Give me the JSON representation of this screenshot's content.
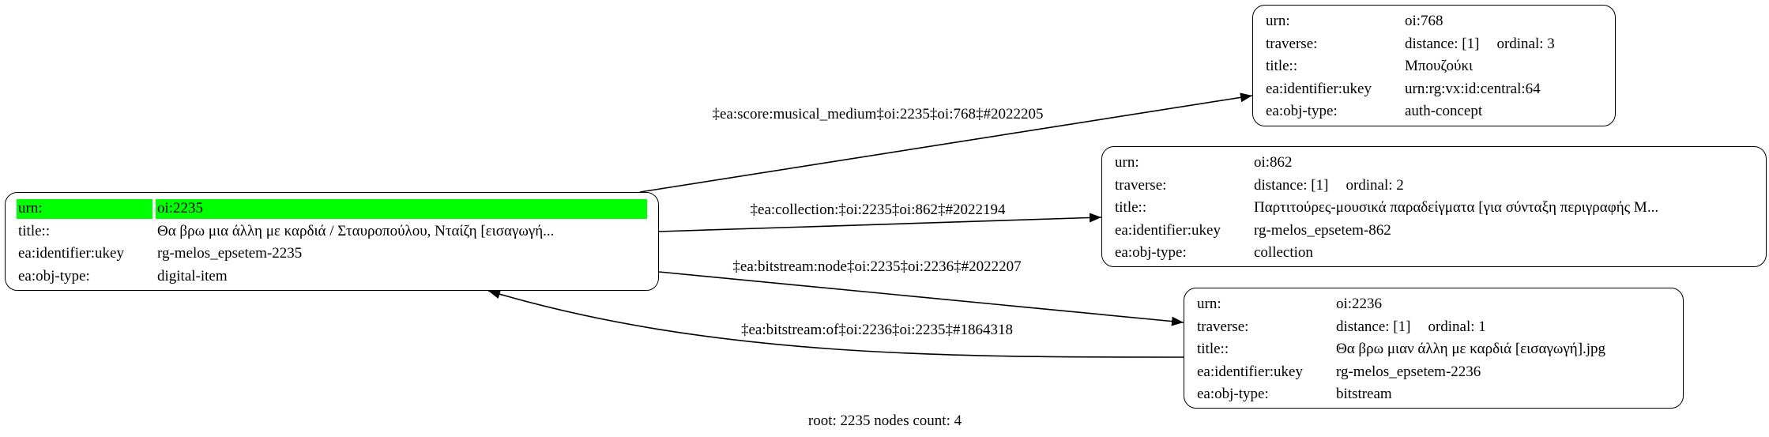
{
  "nodes": {
    "root": {
      "rows": [
        {
          "label": "urn:",
          "value": "oi:2235"
        },
        {
          "label": "title::",
          "value": "Θα βρω μια άλλη με καρδιά / Σταυροπούλου, Νταίζη [εισαγωγή..."
        },
        {
          "label": "ea:identifier:ukey",
          "value": "rg-melos_epsetem-2235"
        },
        {
          "label": "ea:obj-type:",
          "value": "digital-item"
        }
      ],
      "highlight_color": "#00ff00"
    },
    "n768": {
      "urn": {
        "label": "urn:",
        "value": "oi:768"
      },
      "traverse": {
        "label": "traverse:",
        "distance": "distance: [1]",
        "ordinal": "ordinal: 3"
      },
      "title": {
        "label": "title::",
        "value": "Μπουζούκι"
      },
      "ukey": {
        "label": "ea:identifier:ukey",
        "value": "urn:rg:vx:id:central:64"
      },
      "objtype": {
        "label": "ea:obj-type:",
        "value": "auth-concept"
      }
    },
    "n862": {
      "urn": {
        "label": "urn:",
        "value": "oi:862"
      },
      "traverse": {
        "label": "traverse:",
        "distance": "distance: [1]",
        "ordinal": "ordinal: 2"
      },
      "title": {
        "label": "title::",
        "value": "Παρτιτούρες-μουσικά παραδείγματα [για σύνταξη περιγραφής Μ..."
      },
      "ukey": {
        "label": "ea:identifier:ukey",
        "value": "rg-melos_epsetem-862"
      },
      "objtype": {
        "label": "ea:obj-type:",
        "value": "collection"
      }
    },
    "n2236": {
      "urn": {
        "label": "urn:",
        "value": "oi:2236"
      },
      "traverse": {
        "label": "traverse:",
        "distance": "distance: [1]",
        "ordinal": "ordinal: 1"
      },
      "title": {
        "label": "title::",
        "value": "Θα βρω μιαν άλλη με καρδιά [εισαγωγή].jpg"
      },
      "ukey": {
        "label": "ea:identifier:ukey",
        "value": "rg-melos_epsetem-2236"
      },
      "objtype": {
        "label": "ea:obj-type:",
        "value": "bitstream"
      }
    }
  },
  "edges": [
    {
      "label": "‡ea:score:musical_medium‡oi:2235‡oi:768‡#2022205"
    },
    {
      "label": "‡ea:collection:‡oi:2235‡oi:862‡#2022194"
    },
    {
      "label": "‡ea:bitstream:node‡oi:2235‡oi:2236‡#2022207"
    },
    {
      "label": "‡ea:bitstream:of‡oi:2236‡oi:2235‡#1864318"
    }
  ],
  "caption": "root: 2235 nodes count: 4"
}
